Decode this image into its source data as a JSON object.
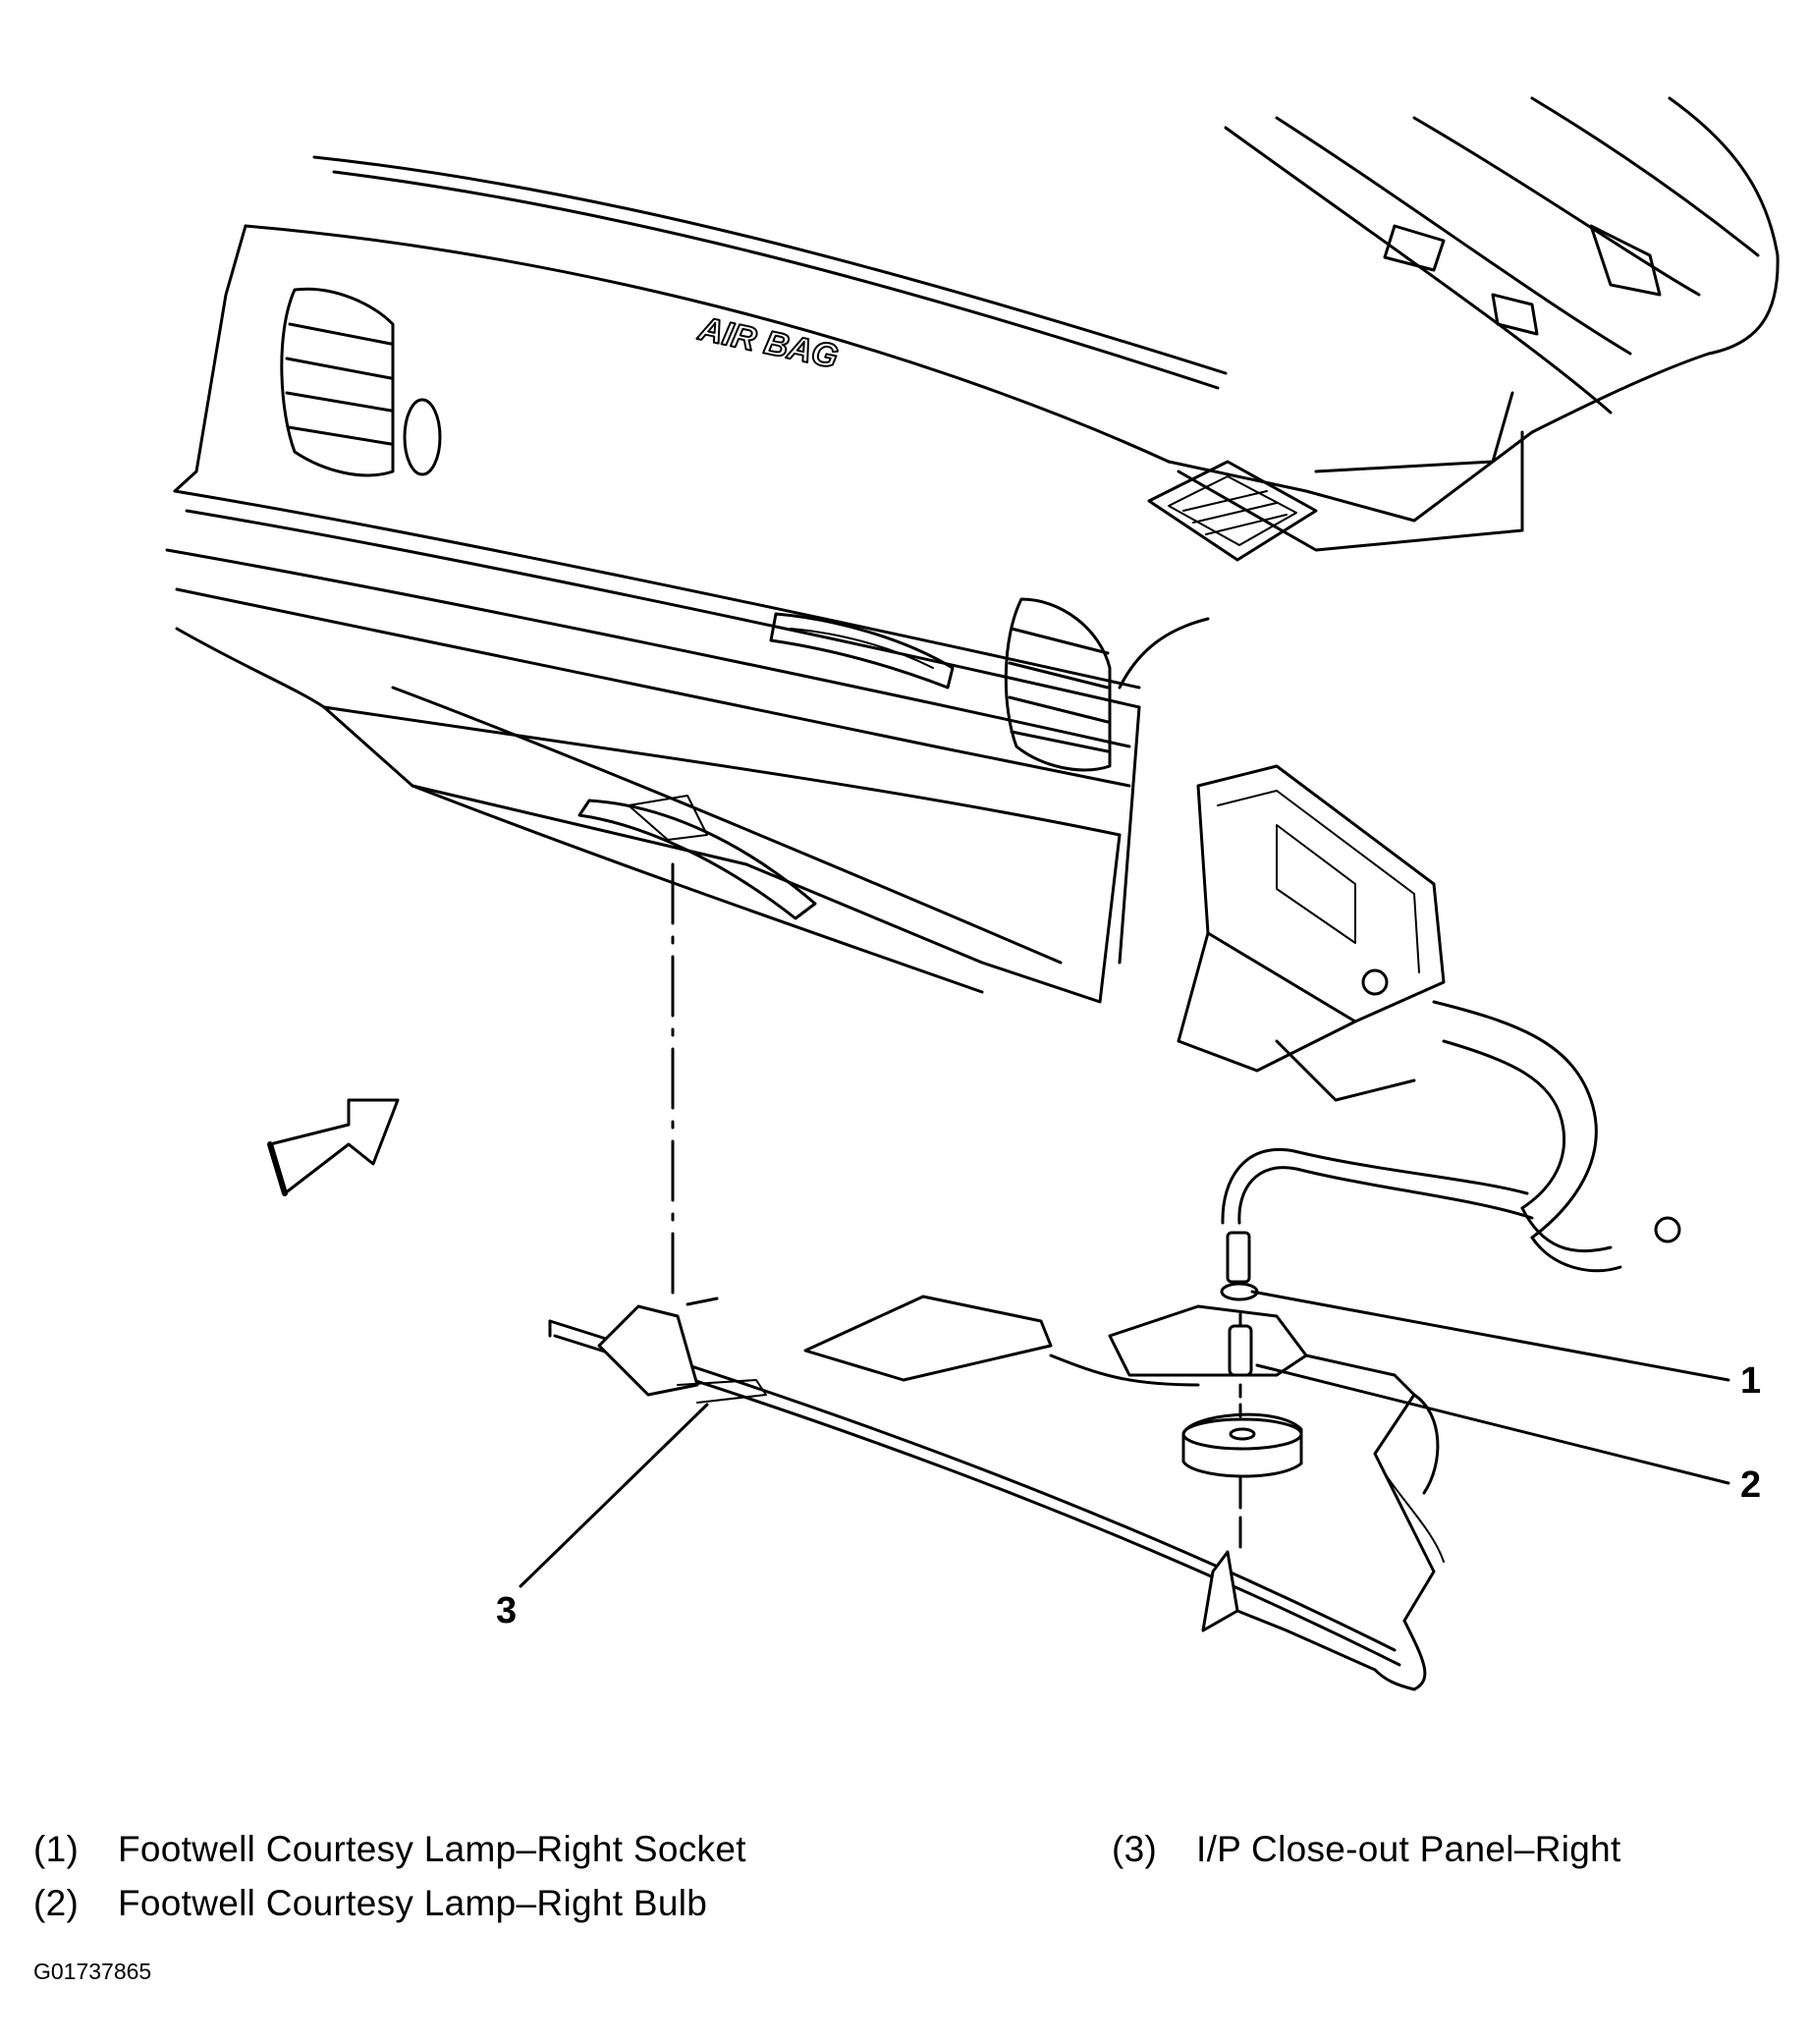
{
  "diagram": {
    "embossed_text": "AIR BAG",
    "callouts": [
      {
        "num": "1"
      },
      {
        "num": "2"
      },
      {
        "num": "3"
      }
    ]
  },
  "legend": [
    {
      "num": "(1)",
      "text": "Footwell Courtesy Lamp–Right Socket"
    },
    {
      "num": "(2)",
      "text": "Footwell Courtesy Lamp–Right Bulb"
    },
    {
      "num": "(3)",
      "text": "I/P Close-out Panel–Right"
    }
  ],
  "figure_id": "G01737865"
}
